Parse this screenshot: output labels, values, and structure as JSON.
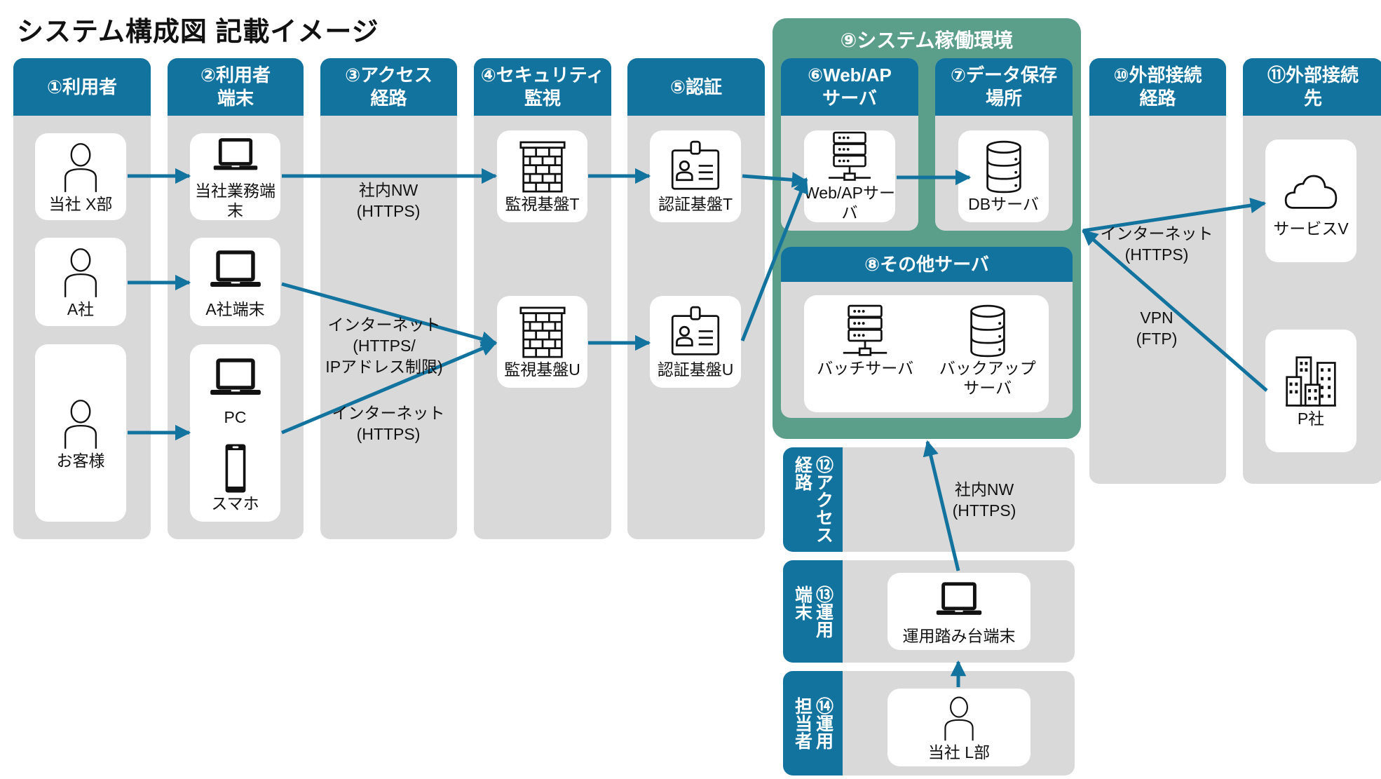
{
  "title": "システム構成図 記載イメージ",
  "colors": {
    "header": "#12739f",
    "environment": "#5b9e89",
    "lane": "#d9d9d9",
    "arrow": "#12739f"
  },
  "columns": [
    {
      "id": "1",
      "label": "①利用者"
    },
    {
      "id": "2",
      "label": "②利用者\n端末"
    },
    {
      "id": "3",
      "label": "③アクセス\n経路"
    },
    {
      "id": "4",
      "label": "④セキュリティ\n監視"
    },
    {
      "id": "5",
      "label": "⑤認証"
    },
    {
      "id": "6",
      "label": "⑥Web/AP\nサーバ"
    },
    {
      "id": "7",
      "label": "⑦データ保存\n場所"
    },
    {
      "id": "10",
      "label": "⑩外部接続\n経路"
    },
    {
      "id": "11",
      "label": "⑪外部接続\n先"
    }
  ],
  "environment": {
    "label": "⑨システム稼働環境",
    "other_servers": "⑧その他サーバ"
  },
  "nodes": {
    "user_x": {
      "label": "当社 X部",
      "icon": "person-icon"
    },
    "user_a": {
      "label": "A社",
      "icon": "person-icon"
    },
    "customer": {
      "label": "お客様",
      "icon": "person-icon"
    },
    "pc_office": {
      "label": "当社業務端末",
      "icon": "laptop-icon"
    },
    "pc_a": {
      "label": "A社端末",
      "icon": "laptop-icon"
    },
    "pc": {
      "label": "PC",
      "icon": "laptop-icon"
    },
    "phone": {
      "label": "スマホ",
      "icon": "smartphone-icon"
    },
    "mon_t": {
      "label": "監視基盤T",
      "icon": "firewall-icon"
    },
    "mon_u": {
      "label": "監視基盤U",
      "icon": "firewall-icon"
    },
    "auth_t": {
      "label": "認証基盤T",
      "icon": "id-card-icon"
    },
    "auth_u": {
      "label": "認証基盤U",
      "icon": "id-card-icon"
    },
    "web": {
      "label": "Web/APサーバ",
      "icon": "server-icon"
    },
    "db": {
      "label": "DBサーバ",
      "icon": "database-icon"
    },
    "batch": {
      "label": "バッチサーバ",
      "icon": "server-icon"
    },
    "backup": {
      "label": "バックアップ\nサーバ",
      "icon": "database-icon"
    },
    "service_v": {
      "label": "サービスV",
      "icon": "cloud-icon"
    },
    "company_p": {
      "label": "P社",
      "icon": "building-icon"
    },
    "ops_terminal": {
      "label": "運用踏み台端末",
      "icon": "laptop-icon"
    },
    "ops_user": {
      "label": "当社 L部",
      "icon": "person-icon"
    }
  },
  "edges": {
    "internal_nw": "社内NW\n(HTTPS)",
    "internet_ip": "インターネット\n(HTTPS/\nIPアドレス制限)",
    "internet_customer": "インターネット\n(HTTPS)",
    "internet_ext": "インターネット\n(HTTPS)",
    "vpn": "VPN\n(FTP)",
    "ops_nw": "社内NW\n(HTTPS)"
  },
  "ops_rows": [
    {
      "label": "⑫アクセス\n経路"
    },
    {
      "label": "⑬運用\n端末"
    },
    {
      "label": "⑭運用\n担当者"
    }
  ]
}
